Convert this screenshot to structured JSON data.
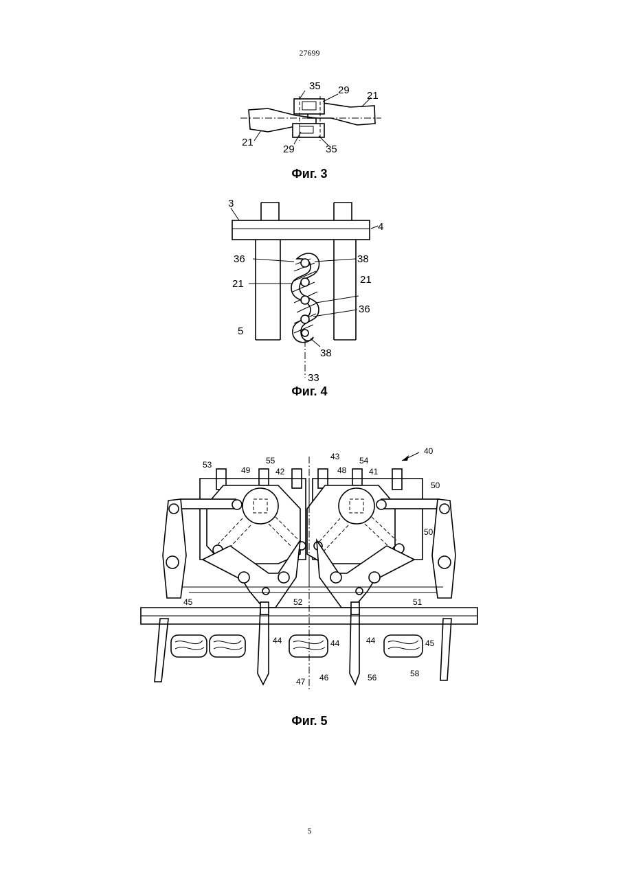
{
  "header": {
    "patent_number": "27699"
  },
  "footer": {
    "page_number": "5"
  },
  "figures": {
    "fig3": {
      "caption": "Фиг. 3",
      "labels": {
        "l35a": "35",
        "l29a": "29",
        "l21a": "21",
        "l21b": "21",
        "l29b": "29",
        "l35b": "35"
      }
    },
    "fig4": {
      "caption": "Фиг. 4",
      "labels": {
        "l3": "3",
        "l4": "4",
        "l36a": "36",
        "l38a": "38",
        "l21a": "21",
        "l21b": "21",
        "l36b": "36",
        "l5": "5",
        "l38b": "38",
        "l33": "33"
      }
    },
    "fig5": {
      "caption": "Фиг. 5",
      "labels": {
        "l40": "40",
        "l43": "43",
        "l54": "54",
        "l55": "55",
        "l53": "53",
        "l49": "49",
        "l42": "42",
        "l48": "48",
        "l41": "41",
        "l50a": "50",
        "l50b": "50",
        "l45a": "45",
        "l52": "52",
        "l51": "51",
        "l44a": "44",
        "l44b": "44",
        "l44c": "44",
        "l45b": "45",
        "l47": "47",
        "l46": "46",
        "l56": "56",
        "l58": "58"
      }
    }
  }
}
